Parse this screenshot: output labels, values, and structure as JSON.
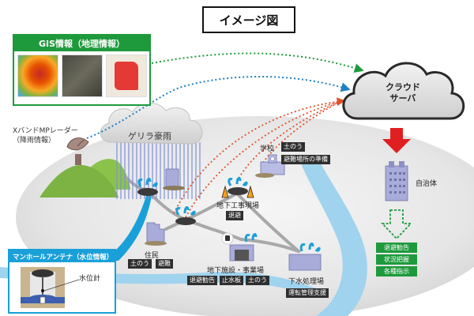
{
  "title": "イメージ図",
  "gis": {
    "heading": "GIS情報（地理情報）",
    "thumbnails": [
      "rainfall-heatmap",
      "aerial-photo",
      "flood-risk-map"
    ]
  },
  "radar": {
    "line1": "XバンドMPレーダー",
    "line2": "（降雨情報）"
  },
  "rain_cloud": {
    "label": "ゲリラ豪雨"
  },
  "cloud_server": {
    "line1": "クラウド",
    "line2": "サーバ"
  },
  "municipality": {
    "label": "自治体",
    "actions": [
      "退避勧告",
      "状況把握",
      "各種指示"
    ]
  },
  "sites": {
    "school": {
      "name": "学校",
      "tags": [
        "土のう",
        "避難場所の準備"
      ]
    },
    "construction": {
      "name": "地下工事現場",
      "tags": [
        "退避"
      ]
    },
    "residents": {
      "name": "住民",
      "tags": [
        "土のう",
        "避難"
      ]
    },
    "underground": {
      "name": "地下施設・事業場",
      "tags": [
        "退避勧告",
        "止水板",
        "土のう"
      ]
    },
    "sewage": {
      "name": "下水処理場",
      "tags": [
        "運転管理支援"
      ]
    }
  },
  "manhole": {
    "heading": "マンホールアンテナ（水位情報）",
    "sensor_label": "水位計"
  },
  "colors": {
    "gis_green": "#1e9a3c",
    "radar_blue": "#1f7fc4",
    "sensor_red": "#e0512a",
    "water_blue": "#1aa0d8",
    "alert_red": "#e02020",
    "building_lavender": "#a9acd9"
  }
}
